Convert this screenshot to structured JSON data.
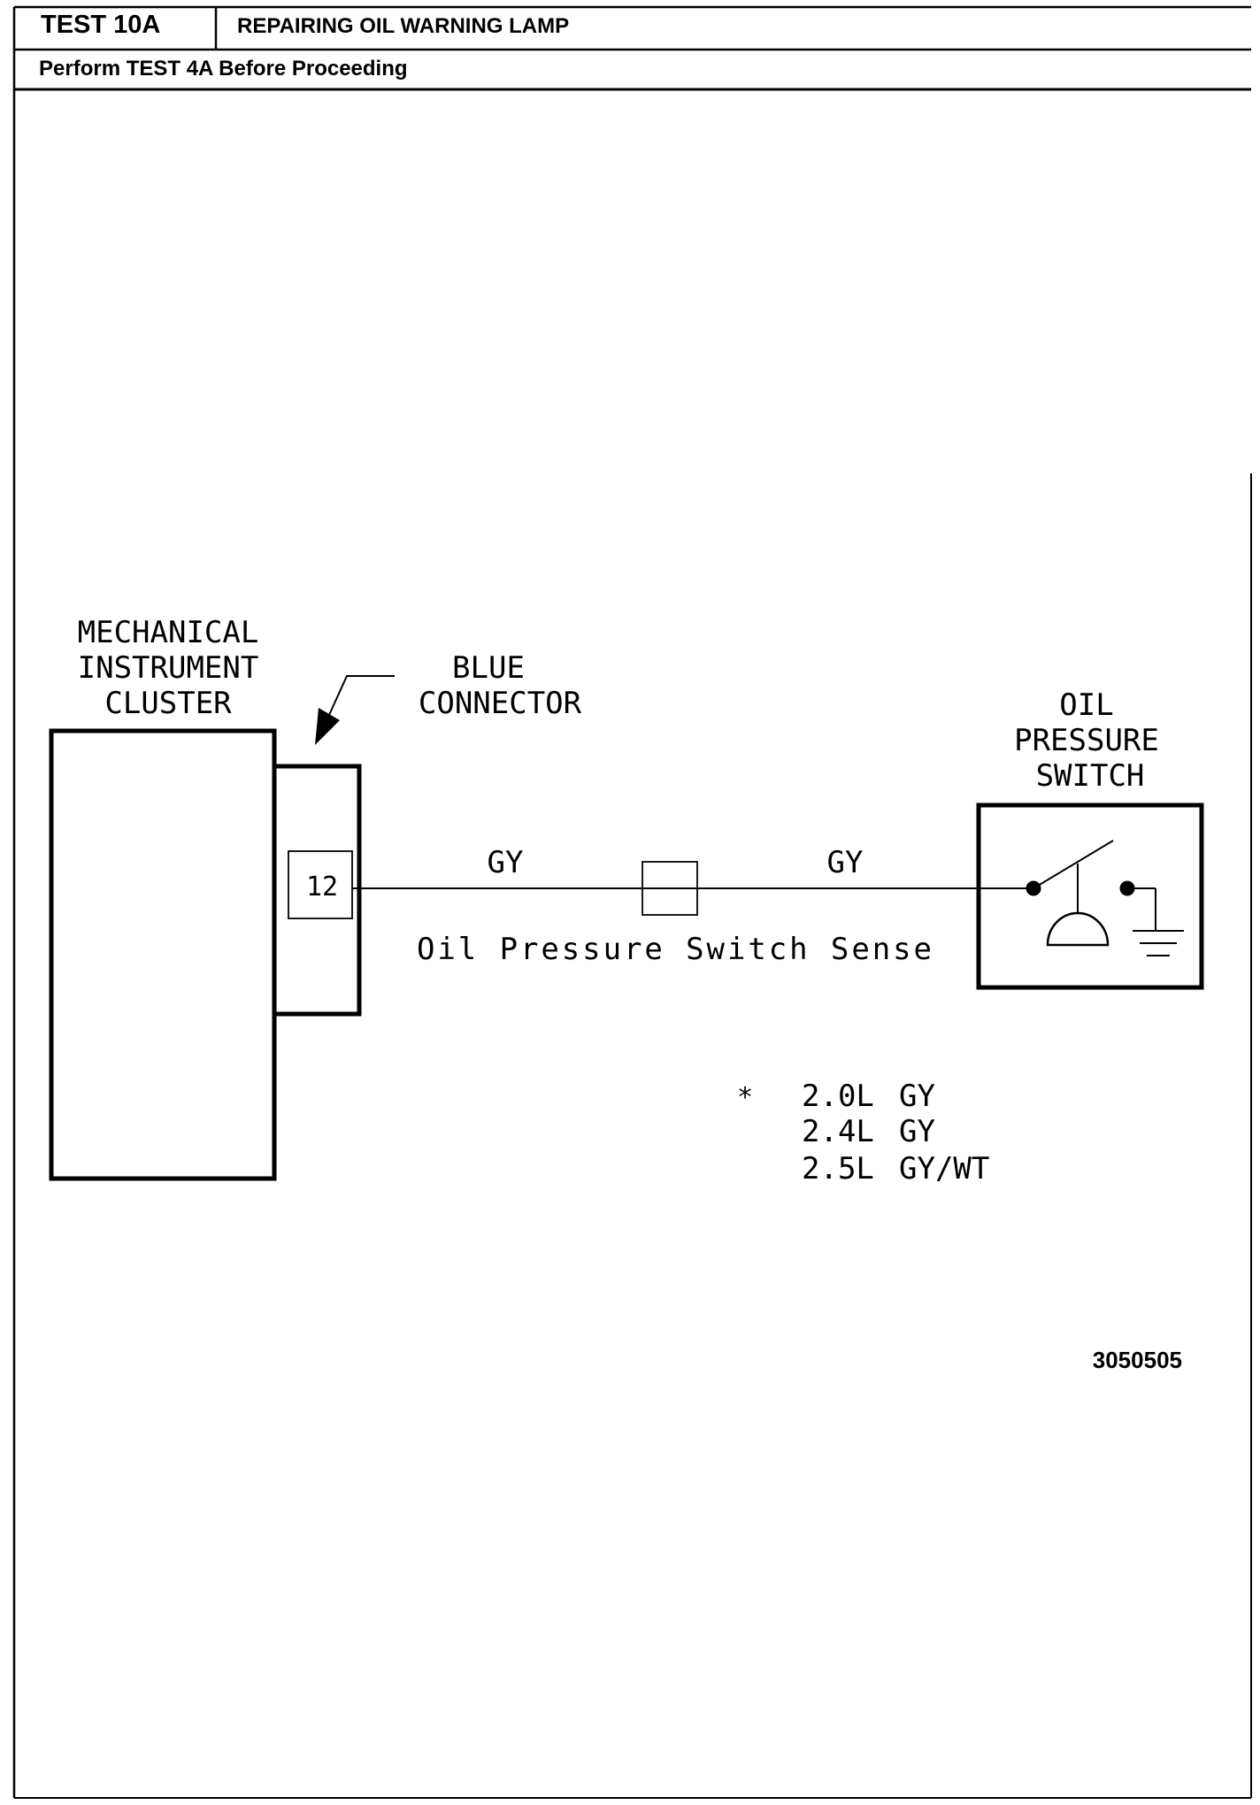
{
  "header": {
    "test_id": "TEST 10A",
    "test_title": "REPAIRING OIL WARNING LAMP",
    "prerequisite": "Perform TEST 4A Before Proceeding"
  },
  "diagram": {
    "cluster_label": [
      "MECHANICAL",
      "INSTRUMENT",
      "CLUSTER"
    ],
    "connector_label": [
      "BLUE",
      "CONNECTOR"
    ],
    "pin_number": "12",
    "wire_color_left": "GY",
    "wire_color_right": "GY",
    "circuit_name": "Oil Pressure Switch Sense",
    "switch_label": [
      "OIL",
      "PRESSURE",
      "SWITCH"
    ],
    "note_marker": "*",
    "wire_color_notes": [
      {
        "engine": "2.0L",
        "color": "GY"
      },
      {
        "engine": "2.4L",
        "color": "GY"
      },
      {
        "engine": "2.5L",
        "color": "GY/WT"
      }
    ],
    "figure_number": "3050505"
  }
}
